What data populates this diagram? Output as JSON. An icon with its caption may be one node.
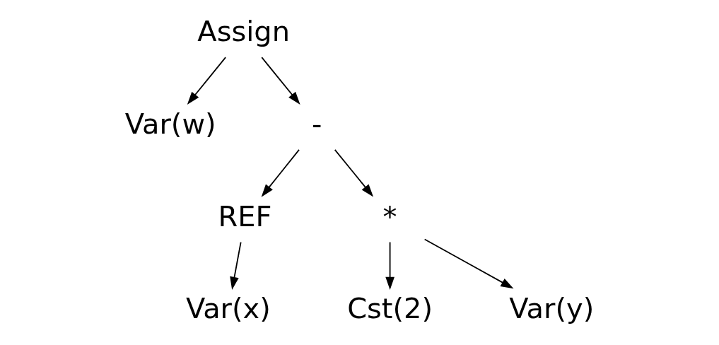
{
  "diagram": {
    "nodes": [
      {
        "text": [
          "Assign"
        ]
      },
      {
        "text": [
          "Var(w)"
        ]
      },
      {
        "text": [
          "-"
        ]
      },
      {
        "text": [
          "REF"
        ]
      },
      {
        "text": [
          "*"
        ]
      },
      {
        "text": [
          "Var(x)"
        ]
      },
      {
        "text": [
          "Cst(2)"
        ]
      },
      {
        "text": [
          "Var(y)"
        ]
      }
    ],
    "edges": [
      {
        "from": 0,
        "to": 1,
        "arrow": "to"
      },
      {
        "from": 0,
        "to": 2,
        "arrow": "to"
      },
      {
        "from": 2,
        "to": 3,
        "arrow": "to"
      },
      {
        "from": 2,
        "to": 4,
        "arrow": "to"
      },
      {
        "from": 3,
        "to": 5,
        "arrow": "to"
      },
      {
        "from": 4,
        "to": 6,
        "arrow": "to"
      },
      {
        "from": 4,
        "to": 7,
        "arrow": "to"
      }
    ]
  }
}
